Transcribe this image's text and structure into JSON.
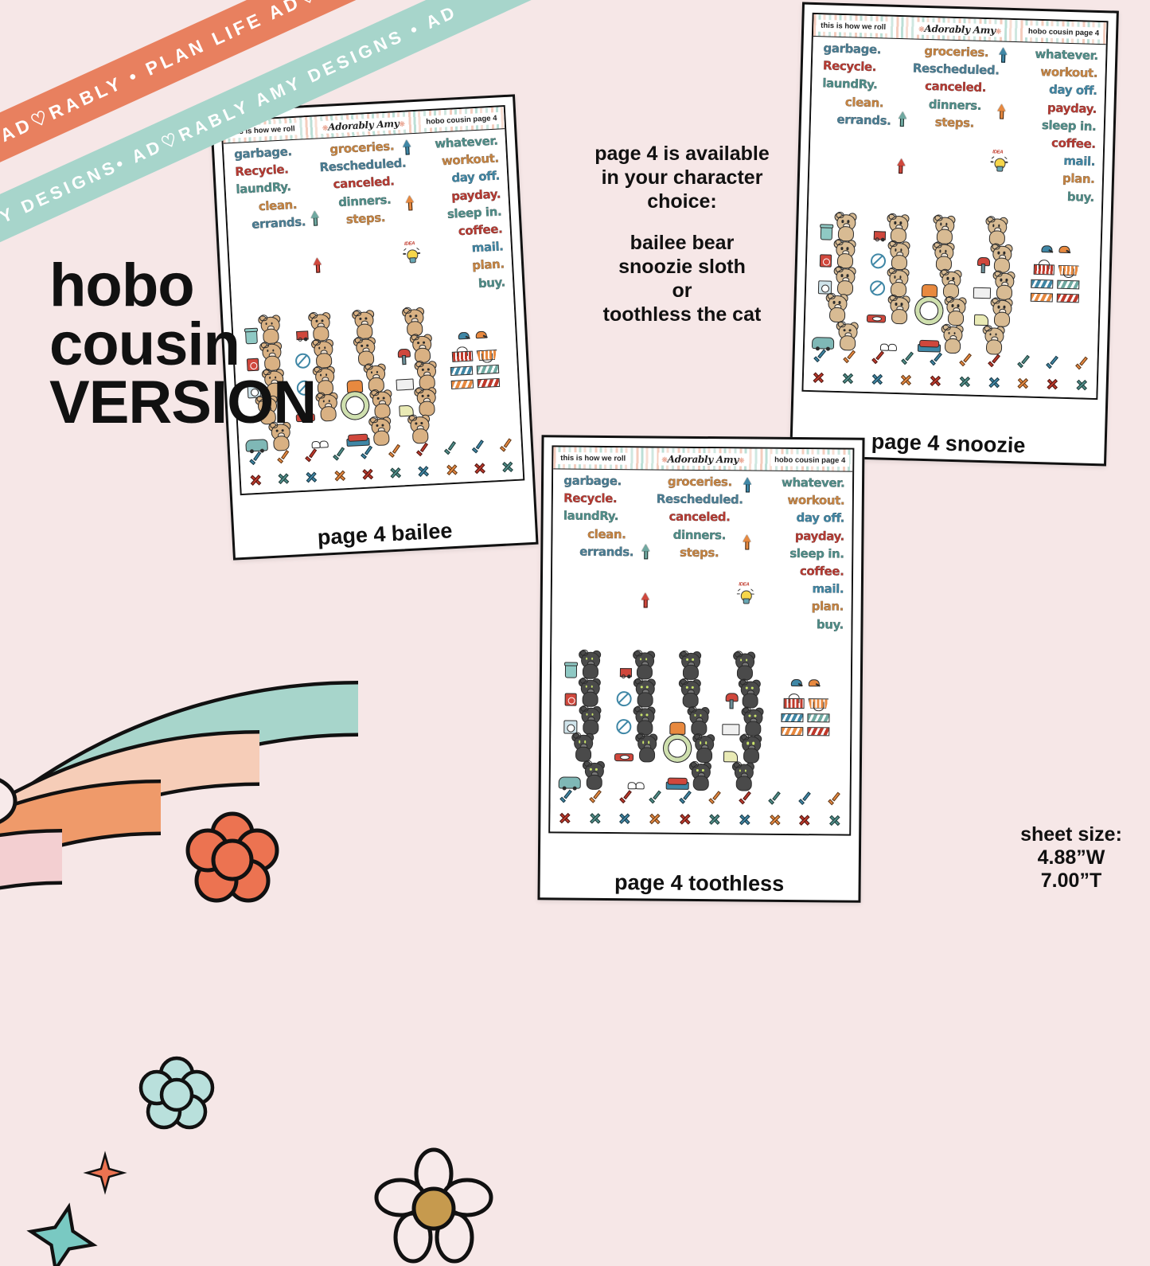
{
  "background_color": "#f6e7e7",
  "ribbons": [
    {
      "text": "PLAN LIFE AD♡RABLY • PLAN LIFE AD♡RABLY • PL",
      "color": "#e8805f",
      "name": "plan-life-adorably"
    },
    {
      "text": "AD♡RABLY AMY DESIGNS• AD♡RABLY AMY DESIGNS • AD",
      "color": "#a7d5cb",
      "name": "adorably-amy-designs"
    }
  ],
  "title": {
    "line1": "hobo",
    "line2": "cousin",
    "line3": "VERSION"
  },
  "blurb": {
    "line1": "page 4 is available",
    "line2": "in your character",
    "line3": "choice:",
    "line4": "bailee bear",
    "line5": "snoozie sloth",
    "line6": "or",
    "line7": "toothless the cat"
  },
  "sheet_size": {
    "label": "sheet size:",
    "width": "4.88”W",
    "height": "7.00”T"
  },
  "sheet_header": {
    "left": "this is how we roll",
    "logo": "Adorably Amy",
    "right": "hobo cousin page 4"
  },
  "words": {
    "col1": [
      {
        "text": "garbage.",
        "color": "#4a7f96"
      },
      {
        "text": "Recycle.",
        "color": "#b93a32"
      },
      {
        "text": "laundRy.",
        "color": "#4f8f8a"
      },
      {
        "text": "clean.",
        "color": "#c98541"
      },
      {
        "text": "errands.",
        "color": "#4a7f96"
      }
    ],
    "col2": [
      {
        "text": "groceries.",
        "color": "#c98541"
      },
      {
        "text": "Rescheduled.",
        "color": "#4a7f96"
      },
      {
        "text": "canceled.",
        "color": "#b93a32"
      },
      {
        "text": "dinners.",
        "color": "#4f8f8a"
      },
      {
        "text": "steps.",
        "color": "#c98541"
      }
    ],
    "col3": [
      {
        "text": "whatever.",
        "color": "#4f8f8a"
      },
      {
        "text": "workout.",
        "color": "#c98541"
      },
      {
        "text": "day off.",
        "color": "#3f87a6"
      },
      {
        "text": "payday.",
        "color": "#b93a32"
      },
      {
        "text": "sleep in.",
        "color": "#4f8f8a"
      },
      {
        "text": "coffee.",
        "color": "#b93a32"
      },
      {
        "text": "mail.",
        "color": "#3f87a6"
      },
      {
        "text": "plan.",
        "color": "#c98541"
      },
      {
        "text": "buy.",
        "color": "#4f8f8a"
      }
    ],
    "arrows": [
      {
        "name": "arrow-teal",
        "color": "#6fa9a1"
      },
      {
        "name": "arrow-red",
        "color": "#d0473c"
      },
      {
        "name": "arrow-blue",
        "color": "#3f87a6"
      },
      {
        "name": "arrow-orange",
        "color": "#e8893f"
      }
    ],
    "bulb": {
      "name": "idea-lightbulb",
      "label": "IDEA",
      "color": "#f6d64a"
    }
  },
  "cards": [
    {
      "id": "bailee",
      "caption": "page 4 bailee",
      "character": "bailee bear",
      "character_class": "c-bear"
    },
    {
      "id": "snoozie",
      "caption": "page 4 snoozie",
      "character": "snoozie sloth",
      "character_class": "c-sloth"
    },
    {
      "id": "toothless",
      "caption": "page 4 toothless",
      "character": "toothless the cat",
      "character_class": "c-cat"
    }
  ],
  "sticker_icons": {
    "row1": [
      "trash-bin",
      "shopping-cart",
      "arms-crossed",
      "coffee-cup"
    ],
    "row2": [
      "recycle-boxes",
      "no-sign",
      "exercise",
      "mailbox"
    ],
    "row3": [
      "washing-machine",
      "no-sign",
      "reading-chair",
      "desk-work"
    ],
    "row4": [
      "spray-clean",
      "dinner-plate",
      "money-wreath",
      "cash-fan"
    ],
    "row5": [
      "car-errands",
      "sneakers",
      "sleeping-bed",
      "pushpins"
    ],
    "supplies": [
      "binder-clip-red",
      "binder-clip-orange",
      "washi-blue",
      "washi-teal",
      "washi-orange",
      "washi-red",
      "pushpin-blue",
      "pushpin-orange"
    ]
  },
  "mark_colors": {
    "checks": [
      "#3f87a6",
      "#e8893f",
      "#c0392b",
      "#4f8f8a",
      "#3f87a6",
      "#e8893f",
      "#c0392b",
      "#4f8f8a",
      "#3f87a6",
      "#e8893f"
    ],
    "crosses": [
      "#c0392b",
      "#4f8f8a",
      "#3f87a6",
      "#e8893f",
      "#c0392b",
      "#4f8f8a",
      "#3f87a6",
      "#e8893f",
      "#c0392b",
      "#4f8f8a"
    ]
  },
  "rainbow": {
    "arcs": [
      "#a7d5cb",
      "#f6cdb8",
      "#ef9a6a",
      "#f3cfd1",
      "#f7e2e2"
    ],
    "flowers": [
      "daisy-smiley-white",
      "flower-orange",
      "flower-mint",
      "daisy-white-gold"
    ],
    "stars": [
      "star-peach",
      "star-white",
      "star-white-2",
      "star-orange",
      "star-teal"
    ]
  }
}
